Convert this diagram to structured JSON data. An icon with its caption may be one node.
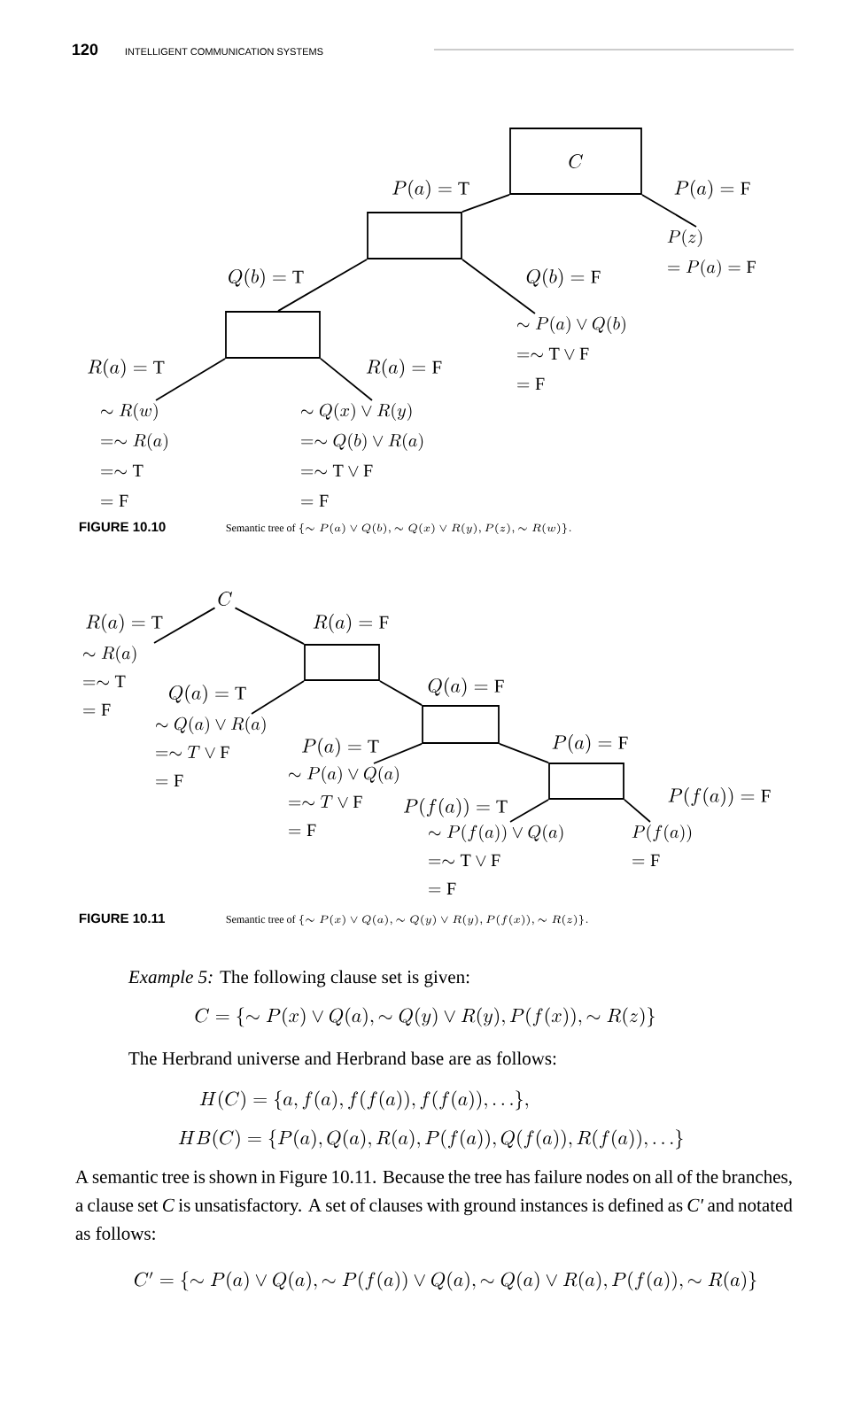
{
  "diagram": {
    "nodes": [
      {
        "text": [
          "C"
        ]
      },
      {
        "text": [],
        "shape": "box"
      },
      {
        "text": [],
        "shape": "box"
      },
      {
        "text": [
          "P(z)",
          "= P(a) = \\mathrm{F}"
        ]
      },
      {
        "text": [
          "\\sim P(a) \\vee Q(b)",
          "= \\sim \\mathrm{T} \\vee \\mathrm{F}",
          "= \\mathrm{F}"
        ]
      },
      {
        "text": [
          "\\sim R(w)",
          "= \\sim R(a)",
          "= \\sim \\mathrm{T}",
          "= \\mathrm{F}"
        ]
      },
      {
        "text": [
          "\\sim Q(x) \\vee R(y)",
          "= \\sim Q(b) \\vee R(a)",
          "= \\sim \\mathrm{T} \\vee \\mathrm{F}",
          "= \\mathrm{F}"
        ]
      },
      {
        "text": [
          "C"
        ]
      },
      {
        "text": [],
        "shape": "box"
      },
      {
        "text": [],
        "shape": "box"
      },
      {
        "text": [],
        "shape": "box"
      },
      {
        "text": [
          "\\sim R(a)",
          "= \\sim \\mathrm{T}",
          "= \\mathrm{F}"
        ]
      },
      {
        "text": [
          "\\sim Q(a) \\vee R(a)",
          "= \\sim T \\vee \\mathrm{F}",
          "= \\mathrm{F}"
        ]
      },
      {
        "text": [
          "\\sim P(a) \\vee Q(a)",
          "= \\sim T \\vee \\mathrm{F}",
          "= \\mathrm{F}"
        ]
      },
      {
        "text": [
          "\\sim P(f(a)) \\vee Q(a)",
          "= \\sim \\mathrm{T} \\vee \\mathrm{F}",
          "= \\mathrm{F}"
        ]
      },
      {
        "text": [
          "P(f(a))",
          "= \\mathrm{F}"
        ]
      }
    ],
    "edges": [
      {
        "from": 0,
        "to": 1,
        "arrow": "none",
        "label": "P(a) = \\mathrm{T}"
      },
      {
        "from": 0,
        "to": 3,
        "arrow": "none",
        "label": "P(a) = \\mathrm{F}"
      },
      {
        "from": 1,
        "to": 2,
        "arrow": "none",
        "label": "Q(b) = \\mathrm{T}"
      },
      {
        "from": 1,
        "to": 4,
        "arrow": "none",
        "label": "Q(b) = \\mathrm{F}"
      },
      {
        "from": 2,
        "to": 5,
        "arrow": "none",
        "label": "R(a) = \\mathrm{T}"
      },
      {
        "from": 2,
        "to": 6,
        "arrow": "none",
        "label": "R(a) = \\mathrm{F}"
      },
      {
        "from": 7,
        "to": 11,
        "arrow": "none",
        "label": "R(a) = \\mathrm{T}"
      },
      {
        "from": 7,
        "to": 8,
        "arrow": "none",
        "label": "R(a) = \\mathrm{F}"
      },
      {
        "from": 8,
        "to": 12,
        "arrow": "none",
        "label": "Q(a) = \\mathrm{T}"
      },
      {
        "from": 8,
        "to": 9,
        "arrow": "none",
        "label": "Q(a) = \\mathrm{F}"
      },
      {
        "from": 9,
        "to": 13,
        "arrow": "none",
        "label": "P(a) = \\mathrm{T}"
      },
      {
        "from": 9,
        "to": 10,
        "arrow": "none",
        "label": "P(a) = \\mathrm{F}"
      },
      {
        "from": 10,
        "to": 14,
        "arrow": "none",
        "label": "P(f(a)) = \\mathrm{T}"
      },
      {
        "from": 10,
        "to": 15,
        "arrow": "none",
        "label": "P(f(a)) = \\mathrm{F}"
      }
    ],
    "labels": [
      "120",
      "INTELLIGENT COMMUNICATION SYSTEMS",
      "FIGURE 10.10",
      "\\text{Semantic tree of } \\{\\sim P(a) \\vee Q(b), \\sim Q(x) \\vee R(y), P(z), \\sim R(w)\\}.",
      "FIGURE 10.11",
      "\\text{Semantic tree of } \\{\\sim P(x) \\vee Q(a), \\sim Q(y) \\vee R(y), P(f(x)), \\sim R(z)\\}.",
      "*Example 5:* The following clause set is given:",
      "C = \\{\\sim P(x) \\vee Q(a), \\sim Q(y) \\vee R(y), P(f(x)), \\sim R(z)\\}",
      "The Herbrand universe and Herbrand base are as follows:",
      "H(C) = \\{a, f(a), f(f(a)), f(f(a)), \\ldots\\},",
      "HB(C) = \\{P(a), Q(a), R(a), P(f(a)), Q(f(a)), R(f(a)), \\ldots\\}",
      "A semantic tree is shown in Figure 10.11. Because the tree has failure nodes on all of the branches, a clause set *C* is unsatisfactory. A set of clauses with ground instances is defined as *C′* and notated as follows:",
      "C' = \\{\\sim P(a) \\vee Q(a), \\sim P(f(a)) \\vee Q(a), \\sim Q(a) \\vee R(a), P(f(a)), \\sim R(a)\\}"
    ]
  }
}
